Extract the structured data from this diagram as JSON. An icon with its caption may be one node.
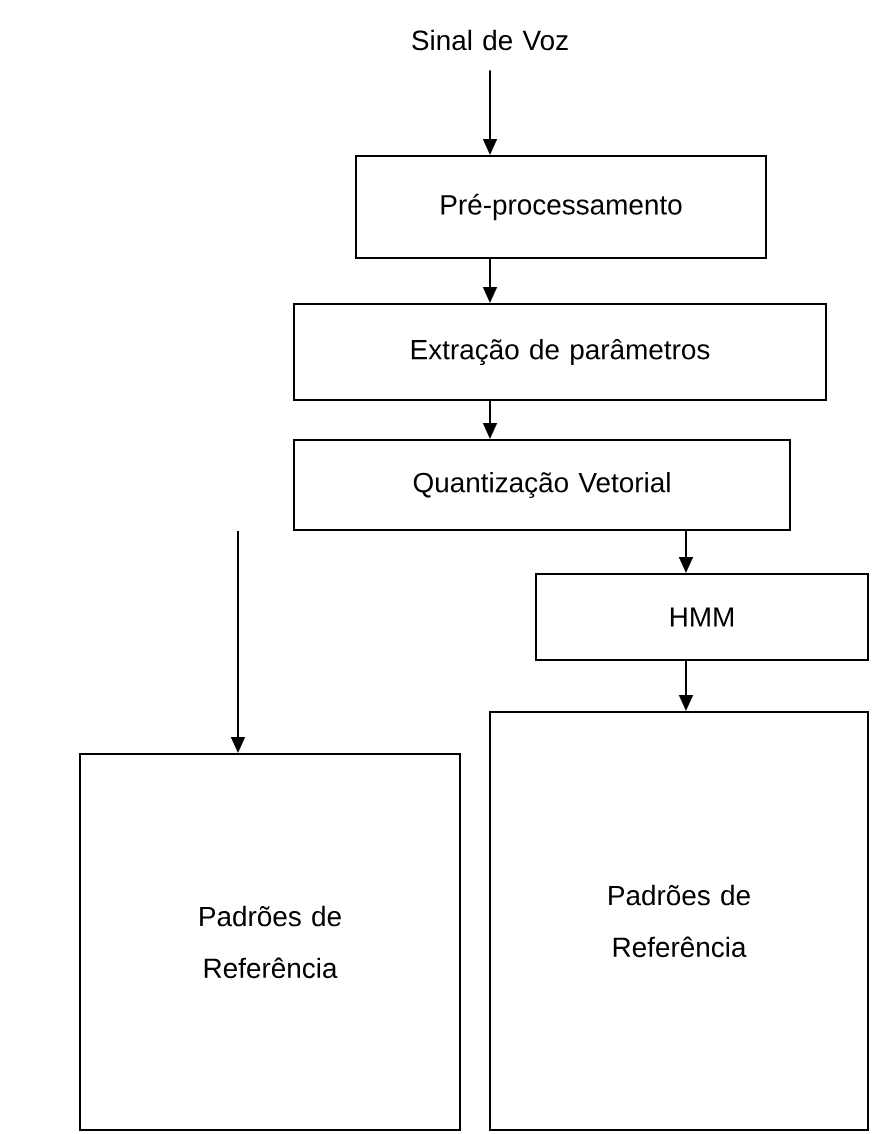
{
  "diagram": {
    "nodes": [
      {
        "text": [
          "Sinal de Voz"
        ]
      },
      {
        "text": [
          "Pré-processamento"
        ]
      },
      {
        "text": [
          "Extração de parâmetros"
        ]
      },
      {
        "text": [
          "Quantização Vetorial"
        ]
      },
      {
        "text": [
          "HMM"
        ]
      },
      {
        "text": [
          "Padrões de Referência"
        ]
      },
      {
        "text": [
          "Padrões de Referência"
        ]
      }
    ],
    "edges": [
      {
        "from": 0,
        "to": 1,
        "arrow": "to"
      },
      {
        "from": 1,
        "to": 2,
        "arrow": "to"
      },
      {
        "from": 2,
        "to": 3,
        "arrow": "to"
      },
      {
        "from": 3,
        "to": 4,
        "arrow": "to"
      },
      {
        "from": 3,
        "to": 5,
        "arrow": "to"
      },
      {
        "from": 4,
        "to": 6,
        "arrow": "to"
      }
    ]
  }
}
